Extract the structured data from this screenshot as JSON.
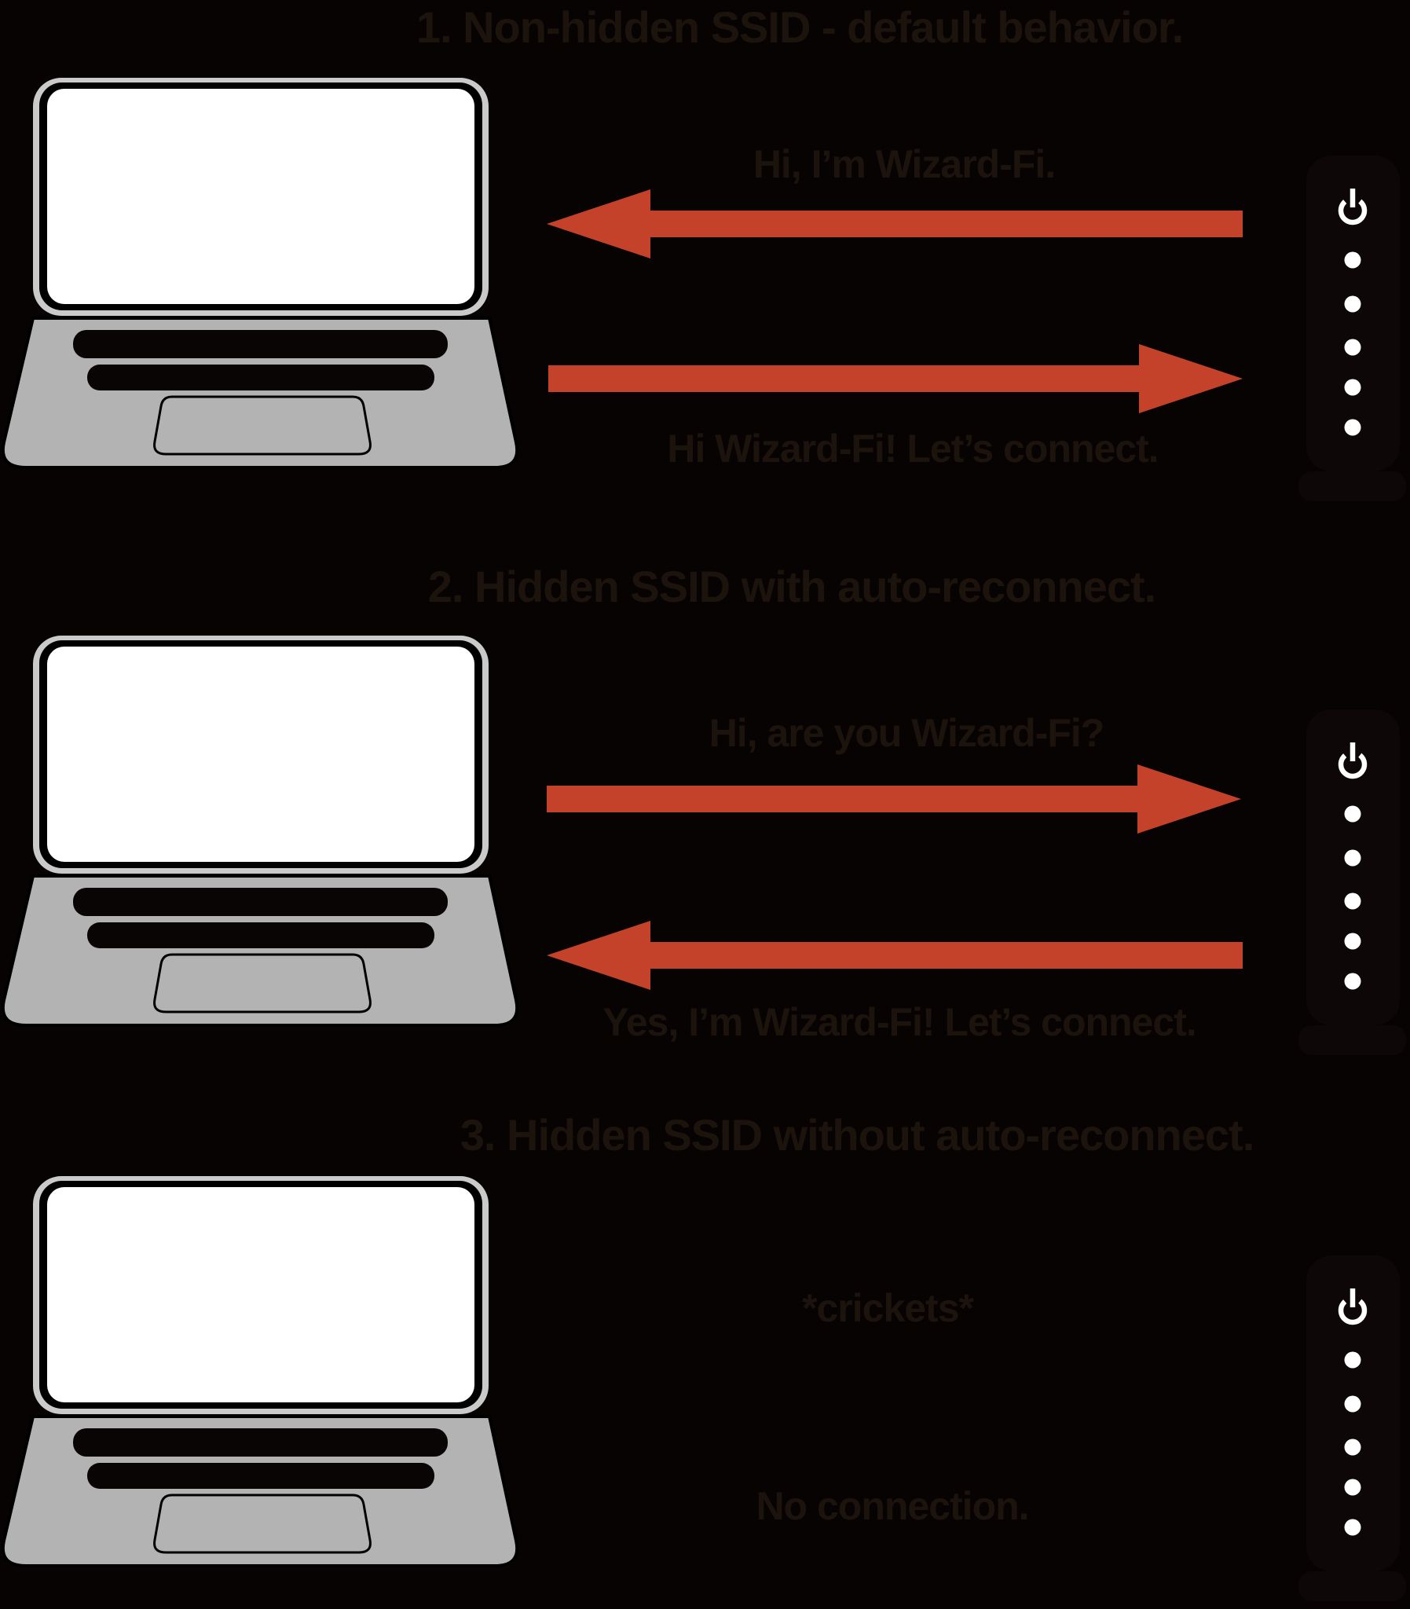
{
  "colors": {
    "background": "#070303",
    "text": "#1c130d",
    "arrow_red": "#c5422a",
    "laptop_base_gray": "#b3b3b3",
    "laptop_bezel_gray": "#cacaca",
    "screen_white": "#ffffff",
    "device_black": "#0d0807",
    "led_white": "#ffffff"
  },
  "router": {
    "power_icon": "power-icon",
    "led_count": 5
  },
  "sections": [
    {
      "title": "1. Non-hidden SSID - default behavior.",
      "message_top": "Hi, I’m Wizard-Fi.",
      "message_top_direction": "router-to-laptop",
      "message_bottom": "Hi Wizard-Fi! Let’s connect.",
      "message_bottom_direction": "laptop-to-router"
    },
    {
      "title": "2. Hidden SSID with auto-reconnect.",
      "message_top": "Hi, are you Wizard-Fi?",
      "message_top_direction": "laptop-to-router",
      "message_bottom": "Yes, I’m Wizard-Fi! Let’s connect.",
      "message_bottom_direction": "router-to-laptop"
    },
    {
      "title": "3. Hidden SSID without auto-reconnect.",
      "message_top": "*crickets*",
      "message_top_direction": "none",
      "message_bottom": "No connection.",
      "message_bottom_direction": "none"
    }
  ]
}
